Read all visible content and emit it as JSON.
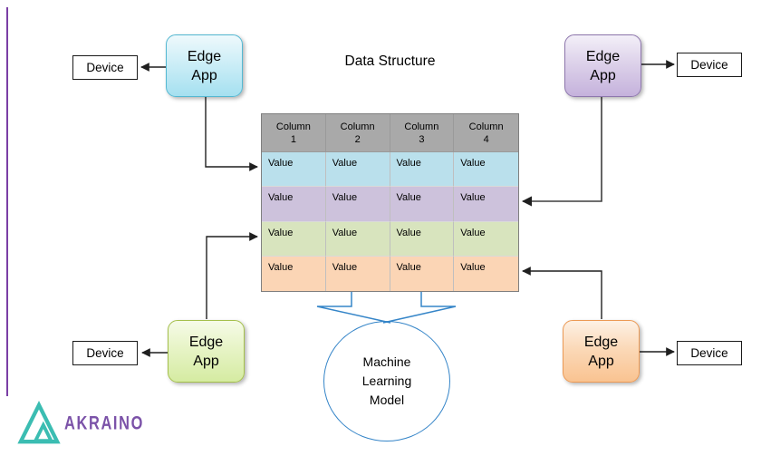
{
  "title": "Data Structure",
  "table": {
    "header_bg": "#a9a9a9",
    "headers": [
      "Column\n1",
      "Column\n2",
      "Column\n3",
      "Column\n4"
    ],
    "rows": [
      {
        "name": "row-cyan",
        "color": "#bae0ec",
        "cells": [
          "Value",
          "Value",
          "Value",
          "Value"
        ]
      },
      {
        "name": "row-purple",
        "color": "#cdc2dc",
        "cells": [
          "Value",
          "Value",
          "Value",
          "Value"
        ]
      },
      {
        "name": "row-green",
        "color": "#d8e4be",
        "cells": [
          "Value",
          "Value",
          "Value",
          "Value"
        ]
      },
      {
        "name": "row-orange",
        "color": "#fbd5b5",
        "cells": [
          "Value",
          "Value",
          "Value",
          "Value"
        ]
      }
    ]
  },
  "edge_apps": [
    {
      "position": "top-left",
      "label": "Edge\nApp",
      "accent": "#4bacc6"
    },
    {
      "position": "top-right",
      "label": "Edge\nApp",
      "accent": "#8064a2"
    },
    {
      "position": "bottom-left",
      "label": "Edge\nApp",
      "accent": "#9bbb59"
    },
    {
      "position": "bottom-right",
      "label": "Edge\nApp",
      "accent": "#f79646"
    }
  ],
  "devices": [
    {
      "position": "top-left",
      "label": "Device"
    },
    {
      "position": "top-right",
      "label": "Device"
    },
    {
      "position": "bottom-left",
      "label": "Device"
    },
    {
      "position": "bottom-right",
      "label": "Device"
    }
  ],
  "ml_model": {
    "label": "Machine Learning Model",
    "outline_color": "#3585c8"
  },
  "logo": {
    "text": "AKRAINO",
    "mark_color": "#3bbdb2",
    "text_color": "#7b52a8"
  },
  "connector_color": "#1f1f1f",
  "slide_edge_color": "#7a3fa5"
}
